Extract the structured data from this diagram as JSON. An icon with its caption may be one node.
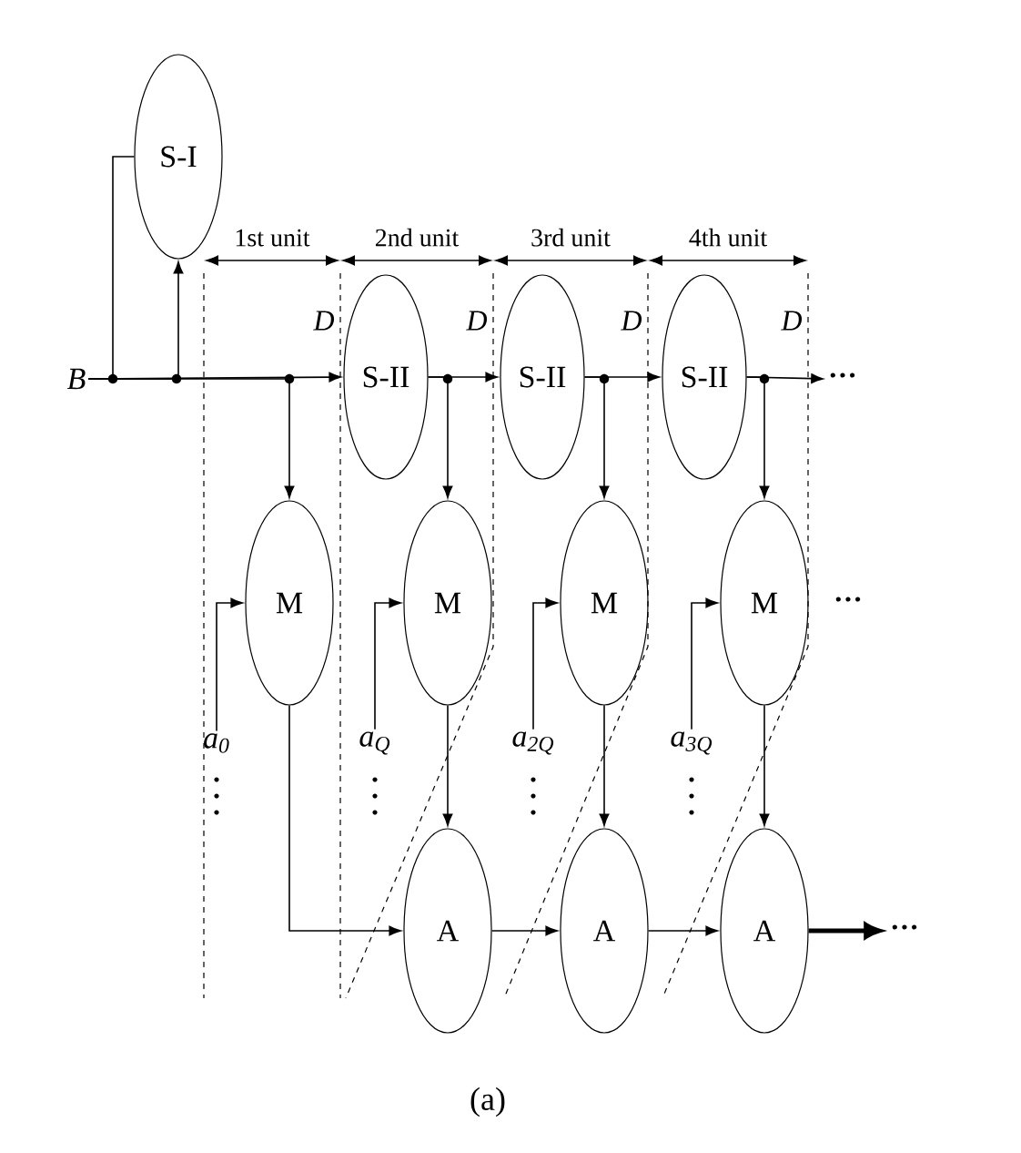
{
  "diagram": {
    "caption": "(a)",
    "nodes": [
      {
        "text": [
          "S-I"
        ]
      },
      {
        "text": [
          "B"
        ]
      },
      {
        "text": [
          "S-II"
        ]
      },
      {
        "text": [
          "S-II"
        ]
      },
      {
        "text": [
          "S-II"
        ]
      },
      {
        "text": [
          "M"
        ]
      },
      {
        "text": [
          "M"
        ]
      },
      {
        "text": [
          "M"
        ]
      },
      {
        "text": [
          "M"
        ]
      },
      {
        "text": [
          "A"
        ]
      },
      {
        "text": [
          "A"
        ]
      },
      {
        "text": [
          "A"
        ]
      },
      {
        "text": [
          "a$_{0}$"
        ]
      },
      {
        "text": [
          "a$_{Q}$"
        ]
      },
      {
        "text": [
          "a$_{2Q}$"
        ]
      },
      {
        "text": [
          "a$_{3Q}$"
        ]
      },
      {
        "text": [
          "···"
        ]
      },
      {
        "text": [
          "···"
        ]
      }
    ],
    "edges": [
      {
        "from": 1,
        "to": 0,
        "arrow": "none"
      },
      {
        "from": 1,
        "to": 0,
        "arrow": "to"
      },
      {
        "from": 1,
        "to": 2,
        "arrow": "to"
      },
      {
        "from": 1,
        "to": 5,
        "arrow": "to"
      },
      {
        "from": 2,
        "to": 3,
        "arrow": "to"
      },
      {
        "from": 2,
        "to": 6,
        "arrow": "to"
      },
      {
        "from": 3,
        "to": 4,
        "arrow": "to"
      },
      {
        "from": 3,
        "to": 7,
        "arrow": "to"
      },
      {
        "from": 4,
        "to": 16,
        "arrow": "to"
      },
      {
        "from": 4,
        "to": 8,
        "arrow": "to"
      },
      {
        "from": 5,
        "to": 9,
        "arrow": "to"
      },
      {
        "from": 6,
        "to": 9,
        "arrow": "to"
      },
      {
        "from": 7,
        "to": 10,
        "arrow": "to"
      },
      {
        "from": 8,
        "to": 11,
        "arrow": "to"
      },
      {
        "from": 9,
        "to": 10,
        "arrow": "to"
      },
      {
        "from": 10,
        "to": 11,
        "arrow": "to"
      },
      {
        "from": 11,
        "to": 17,
        "arrow": "to",
        "style": "thick"
      },
      {
        "from": 12,
        "to": 5,
        "arrow": "to"
      },
      {
        "from": 13,
        "to": 6,
        "arrow": "to"
      },
      {
        "from": 14,
        "to": 7,
        "arrow": "to"
      },
      {
        "from": 15,
        "to": 8,
        "arrow": "to"
      }
    ],
    "labels": [
      "1st unit",
      "2nd unit",
      "3rd unit",
      "4th unit",
      "D",
      "D",
      "D",
      "D",
      "···"
    ]
  }
}
